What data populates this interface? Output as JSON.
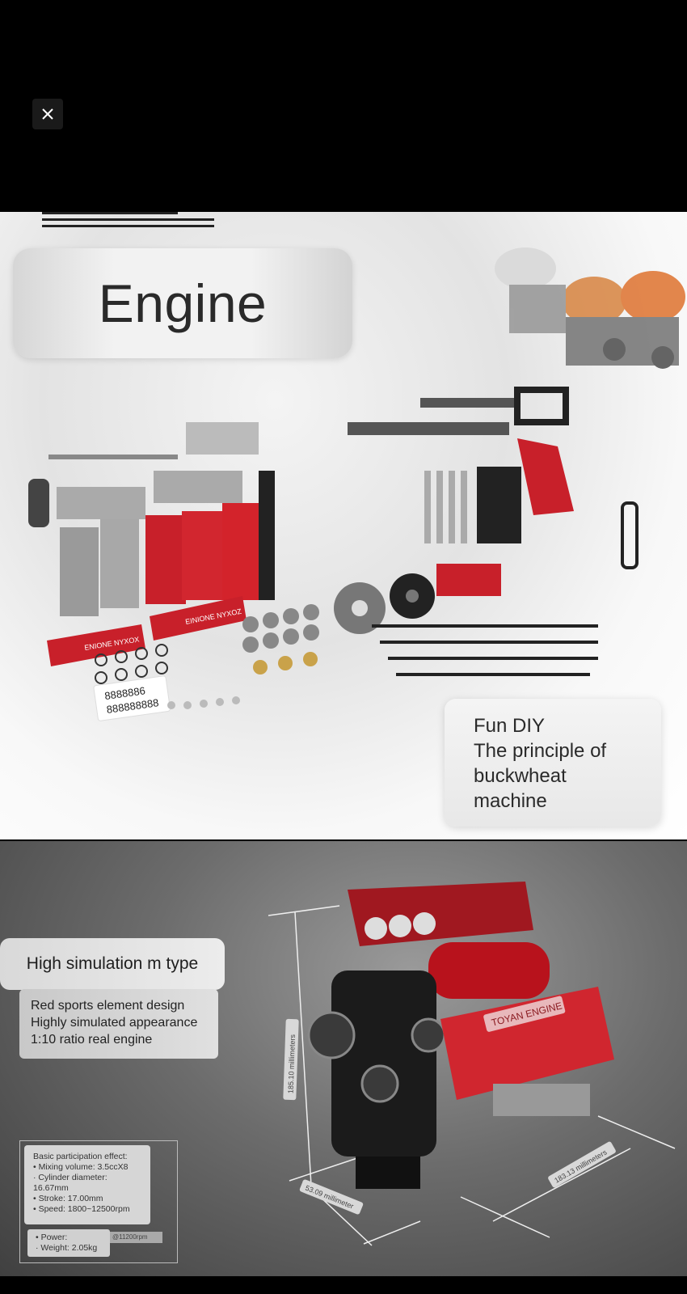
{
  "toolbar": {
    "close_icon": "close-icon"
  },
  "panel1": {
    "title": "Engine",
    "fun_lines": [
      "Fun DIY",
      "The principle of",
      "buckwheat",
      "machine"
    ],
    "plate_label_1": "ENIONE NYXOX",
    "plate_label_2": "EINIONE NYXOZ",
    "card_line_1": "8888886",
    "card_line_2": "888888888"
  },
  "panel2": {
    "subtitle": "High simulation m type",
    "features": [
      "Red sports element design",
      "Highly simulated appearance",
      "1:10 ratio real engine"
    ],
    "specs": [
      "Basic participation effect:",
      "• Mixing volume: 3.5ccX8",
      "  · Cylinder diameter:",
      "16.67mm",
      "• Stroke: 17.00mm",
      "• Speed: 1800~12500rpm"
    ],
    "specs2": [
      "• Power:",
      "  · Weight: 2.05kg"
    ],
    "spec_tag": "@11200rpm",
    "engine_label": "TOYAN ENGINE",
    "dim_height": "185.10 millimeters",
    "dim_width": "53.09 millimeter",
    "dim_length": "183.13 millimeters"
  },
  "colors": {
    "accent_red": "#c8202a",
    "dark": "#1a1a1a"
  }
}
